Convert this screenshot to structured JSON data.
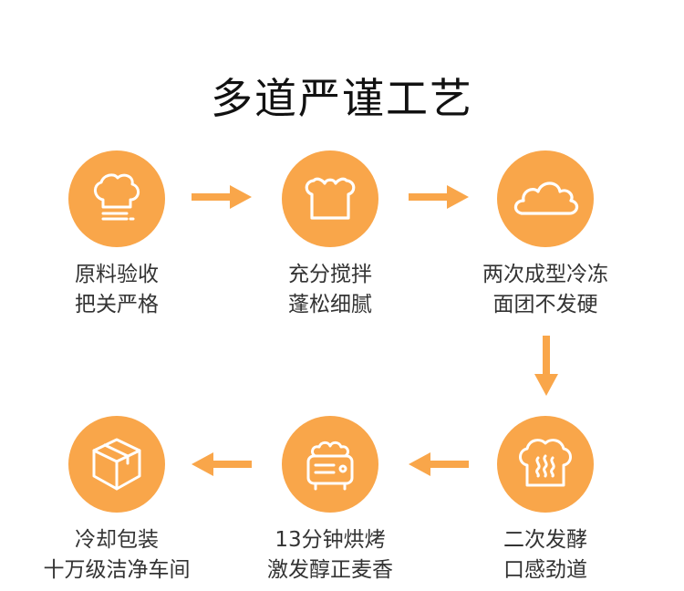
{
  "title": "多道严谨工艺",
  "colors": {
    "accent": "#f9a64a",
    "icon_stroke": "#ffffff",
    "text": "#333333"
  },
  "steps": [
    {
      "icon": "chef-hat-icon",
      "line1": "原料验收",
      "line2": "把关严格"
    },
    {
      "icon": "bread-loaf-icon",
      "line1": "充分搅拌",
      "line2": "蓬松细腻"
    },
    {
      "icon": "cloud-dough-icon",
      "line1": "两次成型冷冻",
      "line2": "面团不发硬"
    },
    {
      "icon": "steaming-bread-icon",
      "line1": "二次发酵",
      "line2": "口感劲道"
    },
    {
      "icon": "toaster-icon",
      "line1": "13分钟烘烤",
      "line2": "激发醇正麦香"
    },
    {
      "icon": "package-box-icon",
      "line1": "冷却包装",
      "line2": "十万级洁净车间"
    }
  ]
}
